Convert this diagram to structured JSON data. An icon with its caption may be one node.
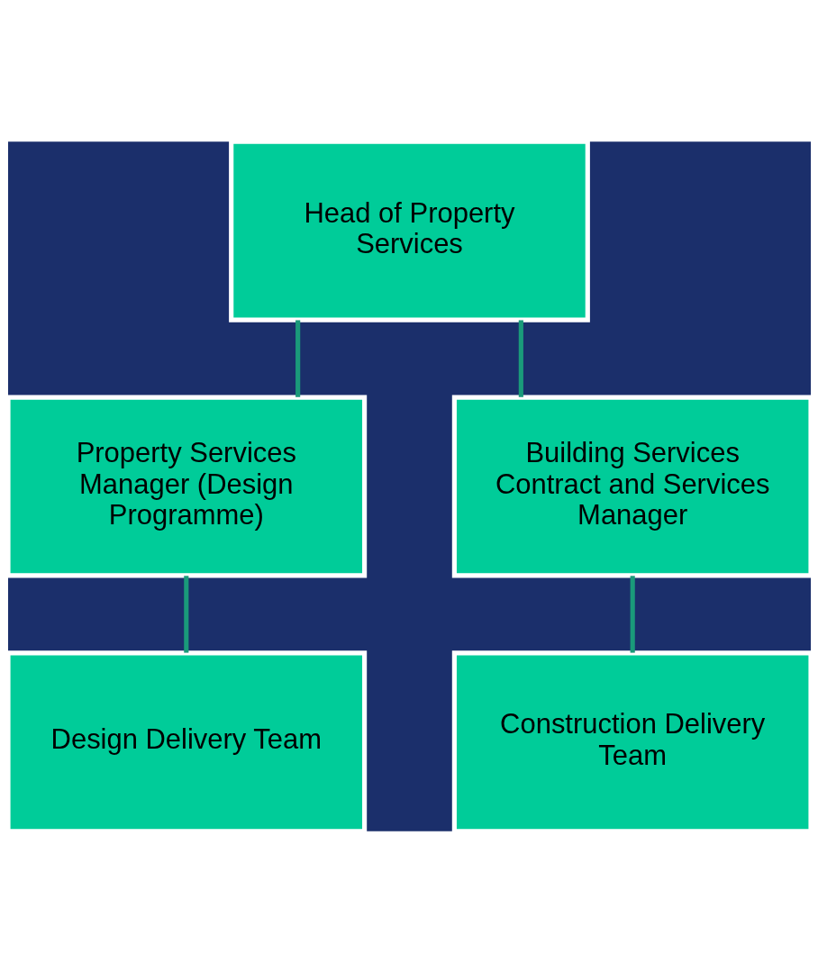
{
  "diagram": {
    "nodes": [
      {
        "text": [
          "Head of Property Services"
        ]
      },
      {
        "text": [
          "Property Services Manager (Design Programme)"
        ]
      },
      {
        "text": [
          "Building Services Contract and Services Manager"
        ]
      },
      {
        "text": [
          "Design Delivery Team"
        ]
      },
      {
        "text": [
          "Construction Delivery Team"
        ]
      }
    ],
    "edges": [
      {
        "from": 0,
        "to": 1,
        "arrow": "none"
      },
      {
        "from": 0,
        "to": 2,
        "arrow": "none"
      },
      {
        "from": 1,
        "to": 3,
        "arrow": "none"
      },
      {
        "from": 2,
        "to": 4,
        "arrow": "none"
      }
    ]
  }
}
